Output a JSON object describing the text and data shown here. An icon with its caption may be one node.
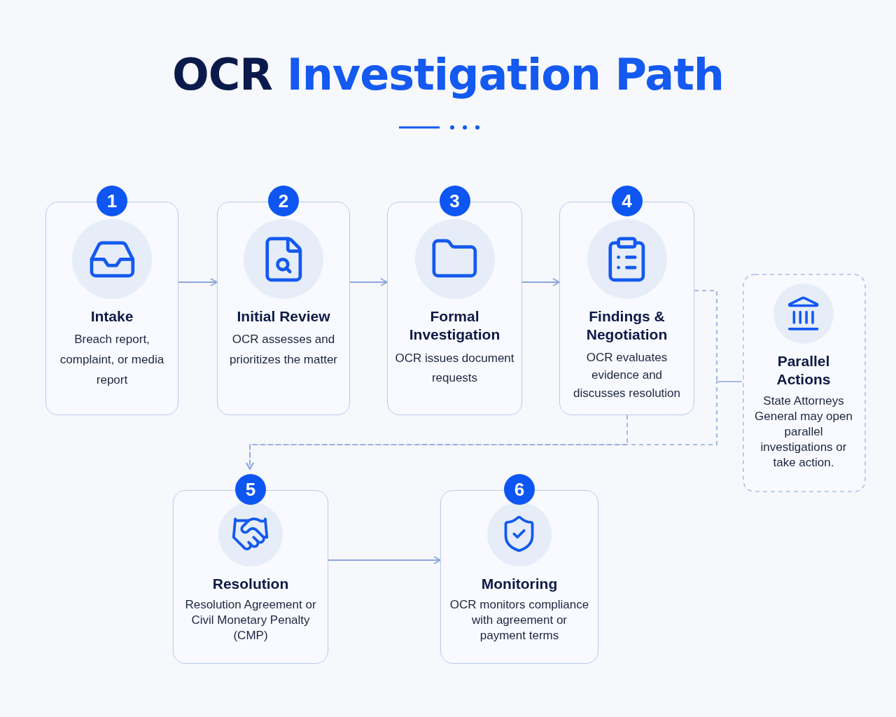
{
  "diagram": {
    "title": "OCR Investigation Path",
    "nodes": [
      {
        "text": [
          "1",
          "Intake",
          "Breach report, complaint, or media report"
        ]
      },
      {
        "text": [
          "2",
          "Initial Review",
          "OCR assesses and prioritizes the matter"
        ]
      },
      {
        "text": [
          "3",
          "Formal Investigation",
          "OCR issues document requests"
        ]
      },
      {
        "text": [
          "4",
          "Findings & Negotiation",
          "OCR evaluates evidence and discusses resolution"
        ]
      },
      {
        "text": [
          "5",
          "Resolution",
          "Resolution Agreement or Civil Monetary Penalty (CMP)"
        ]
      },
      {
        "text": [
          "6",
          "Monitoring",
          "OCR monitors compliance with agreement or payment terms"
        ]
      },
      {
        "text": [
          "Parallel Actions",
          "State Attorneys General may open parallel investigations or take action."
        ]
      }
    ],
    "edges": [
      {
        "from": 0,
        "to": 1,
        "arrow": "to"
      },
      {
        "from": 1,
        "to": 2,
        "arrow": "to"
      },
      {
        "from": 2,
        "to": 3,
        "arrow": "to"
      },
      {
        "from": 3,
        "to": 4,
        "arrow": "to",
        "style": "dashed"
      },
      {
        "from": 3,
        "to": 6,
        "arrow": "none",
        "style": "dashed"
      },
      {
        "from": 6,
        "to": 4,
        "arrow": "to",
        "style": "dashed"
      },
      {
        "from": 4,
        "to": 5,
        "arrow": "to"
      }
    ]
  }
}
